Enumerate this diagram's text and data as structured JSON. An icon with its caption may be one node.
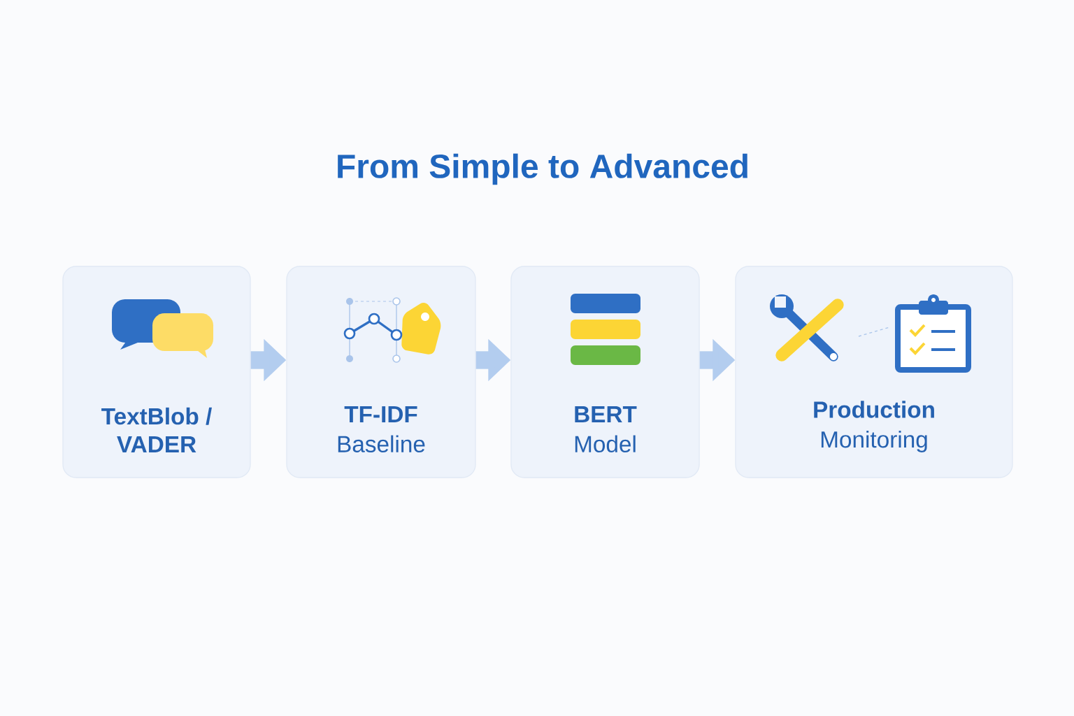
{
  "diagram": {
    "title": "From Simple to Advanced",
    "nodes": [
      {
        "text": [
          "TextBlob / VADER"
        ]
      },
      {
        "text": [
          "TF-IDF",
          "Baseline"
        ]
      },
      {
        "text": [
          "BERT",
          "Model"
        ]
      },
      {
        "text": [
          "Production",
          "Monitoring"
        ]
      }
    ],
    "edges": [
      {
        "from": 0,
        "to": 1,
        "arrow": "to"
      },
      {
        "from": 1,
        "to": 2,
        "arrow": "to"
      },
      {
        "from": 2,
        "to": 3,
        "arrow": "to"
      }
    ]
  }
}
